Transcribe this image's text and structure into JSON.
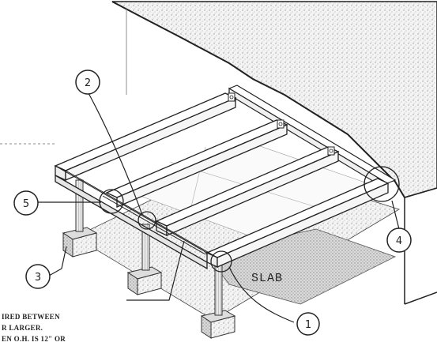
{
  "callouts": [
    {
      "id": "1",
      "label": "1"
    },
    {
      "id": "2",
      "label": "2"
    },
    {
      "id": "3",
      "label": "3"
    },
    {
      "id": "4",
      "label": "4"
    },
    {
      "id": "5",
      "label": "5"
    }
  ],
  "slab_label": "SLAB",
  "note_lines": [
    "IRED BETWEEN",
    "R LARGER.",
    "EN O.H. IS 12\" OR"
  ]
}
